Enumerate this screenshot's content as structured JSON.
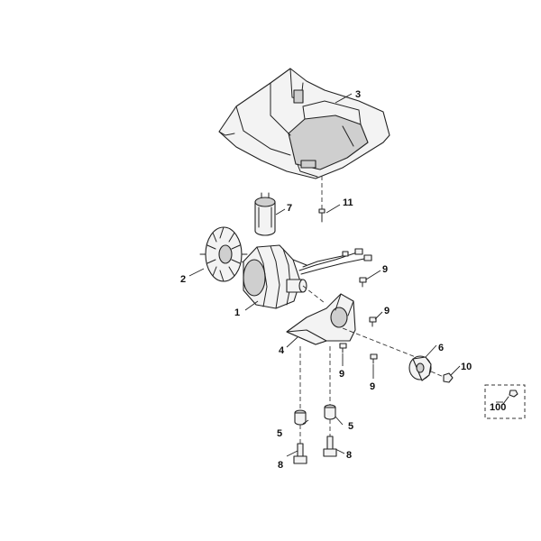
{
  "callouts": {
    "c1": "1",
    "c2": "2",
    "c3": "3",
    "c4": "4",
    "c5a": "5",
    "c5b": "5",
    "c6": "6",
    "c7": "7",
    "c8a": "8",
    "c8b": "8",
    "c9a": "9",
    "c9b": "9",
    "c9c": "9",
    "c9d": "9",
    "c10": "10",
    "c11": "11",
    "c100": "100"
  },
  "colors": {
    "line": "#222222",
    "fill": "#f3f3f3",
    "shade": "#cfcfcf"
  }
}
